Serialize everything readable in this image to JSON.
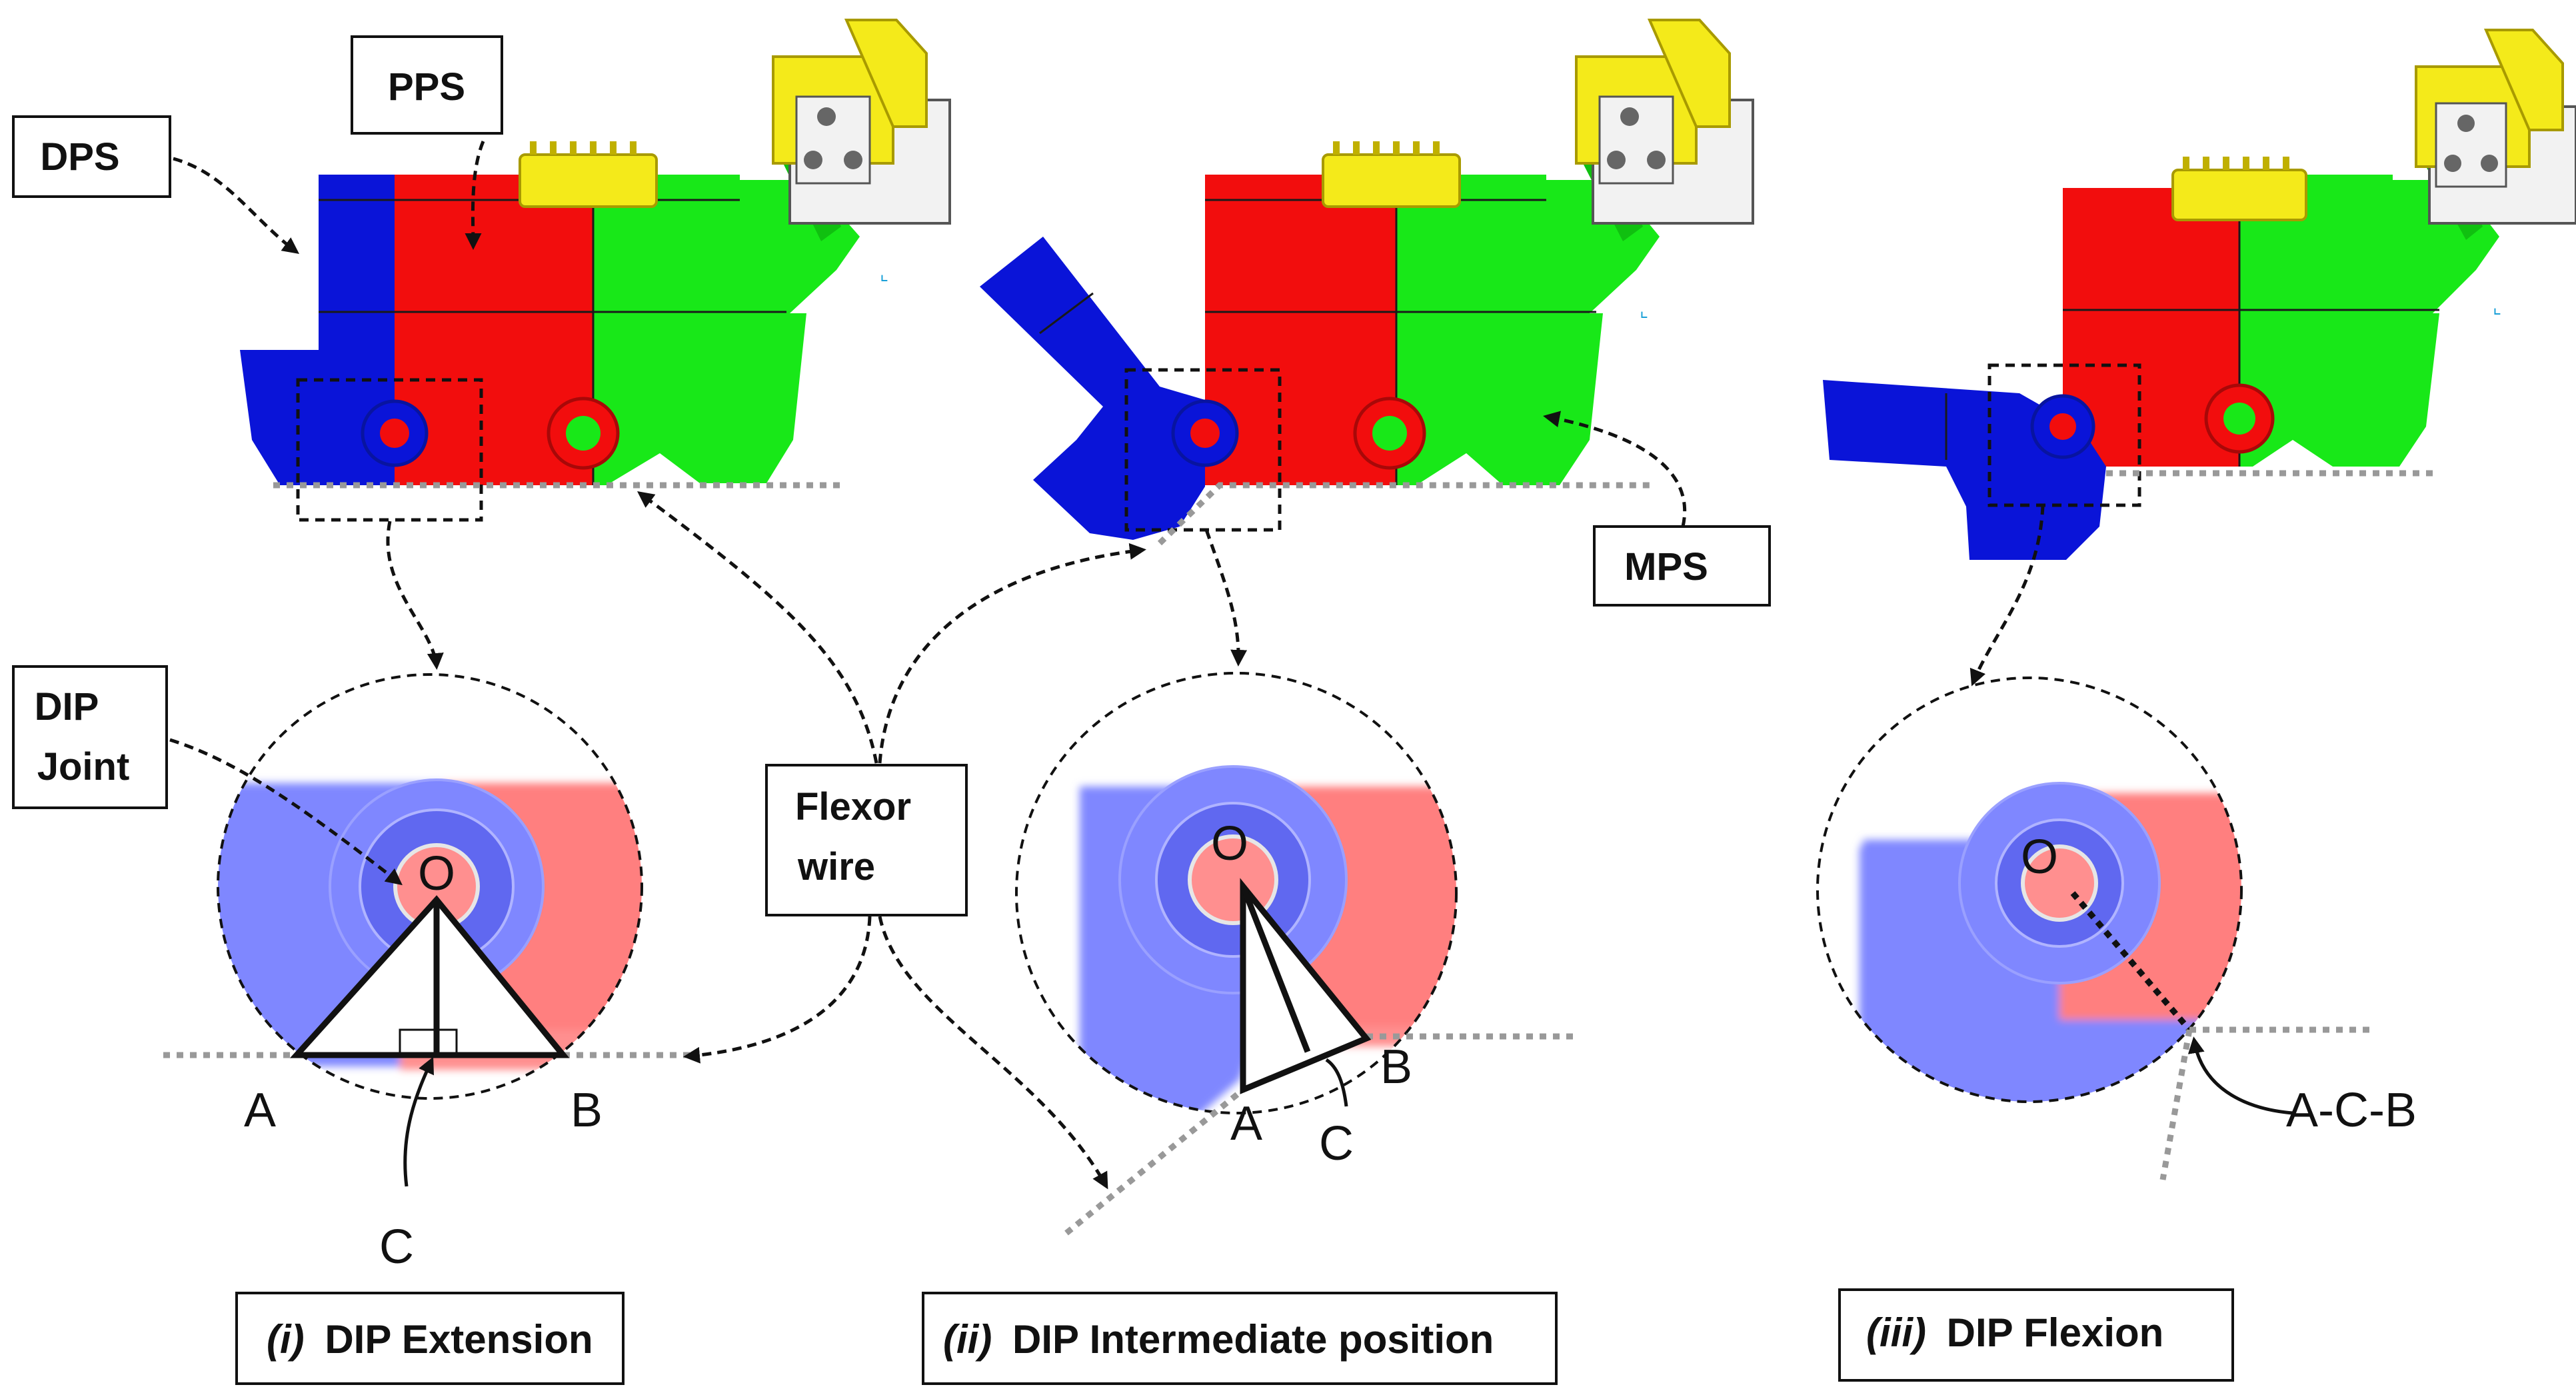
{
  "labels": {
    "dps": "DPS",
    "pps": "PPS",
    "mps": "MPS",
    "dip_joint_line1": "DIP",
    "dip_joint_line2": "Joint",
    "flexor_line1": "Flexor",
    "flexor_line2": "wire"
  },
  "points": {
    "o": "O",
    "a": "A",
    "b": "B",
    "c": "C",
    "acb": "A-C-B"
  },
  "captions": {
    "panel1_num": "(i)",
    "panel1_text": "DIP Extension",
    "panel2_num": "(ii)",
    "panel2_text": "DIP Intermediate position",
    "panel3_num": "(iii)",
    "panel3_text": "DIP Flexion"
  },
  "colors": {
    "dps_segment": "#0a14d8",
    "pps_segment": "#f20d0d",
    "mps_segment": "#18e818",
    "connector": "#f4ea1a",
    "base_block": "#f2f2f2",
    "dps_zoom": "#7f87ff",
    "pps_zoom": "#ff7f7f",
    "wire": "#999999"
  },
  "icons": {
    "connector": "yellow-connector-icon",
    "axis_triad": "axis-triad-icon"
  }
}
